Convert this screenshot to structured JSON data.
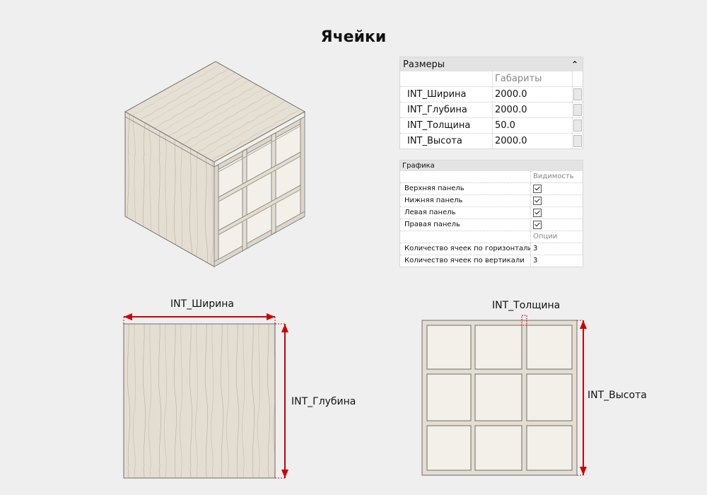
{
  "title": "Ячейки",
  "dimensions_panel": {
    "header": "Размеры",
    "column_header": "Габариты",
    "rows": [
      {
        "name": "INT_Ширина",
        "value": "2000.0"
      },
      {
        "name": "INT_Глубина",
        "value": "2000.0"
      },
      {
        "name": "INT_Толщина",
        "value": "50.0"
      },
      {
        "name": "INT_Высота",
        "value": "2000.0"
      }
    ]
  },
  "graphics_panel": {
    "header": "Графика",
    "visibility_header": "Видимость",
    "visibility_rows": [
      {
        "name": "Верхняя панель",
        "checked": true
      },
      {
        "name": "Нижняя панель",
        "checked": true
      },
      {
        "name": "Левая панель",
        "checked": true
      },
      {
        "name": "Правая панель",
        "checked": true
      }
    ],
    "options_header": "Опции",
    "option_rows": [
      {
        "name": "Количество ячеек по горизонтали",
        "value": "3"
      },
      {
        "name": "Количество ячеек по вертикали",
        "value": "3"
      }
    ]
  },
  "top_view": {
    "width_label": "INT_Ширина",
    "depth_label": "INT_Глубина"
  },
  "front_view": {
    "thickness_label": "INT_Толщина",
    "height_label": "INT_Высота"
  },
  "colors": {
    "wood": "#e4ddd1",
    "wood_grain": "#bfb5a6",
    "edge": "#6e6e6e",
    "dimension": "#d00000"
  }
}
